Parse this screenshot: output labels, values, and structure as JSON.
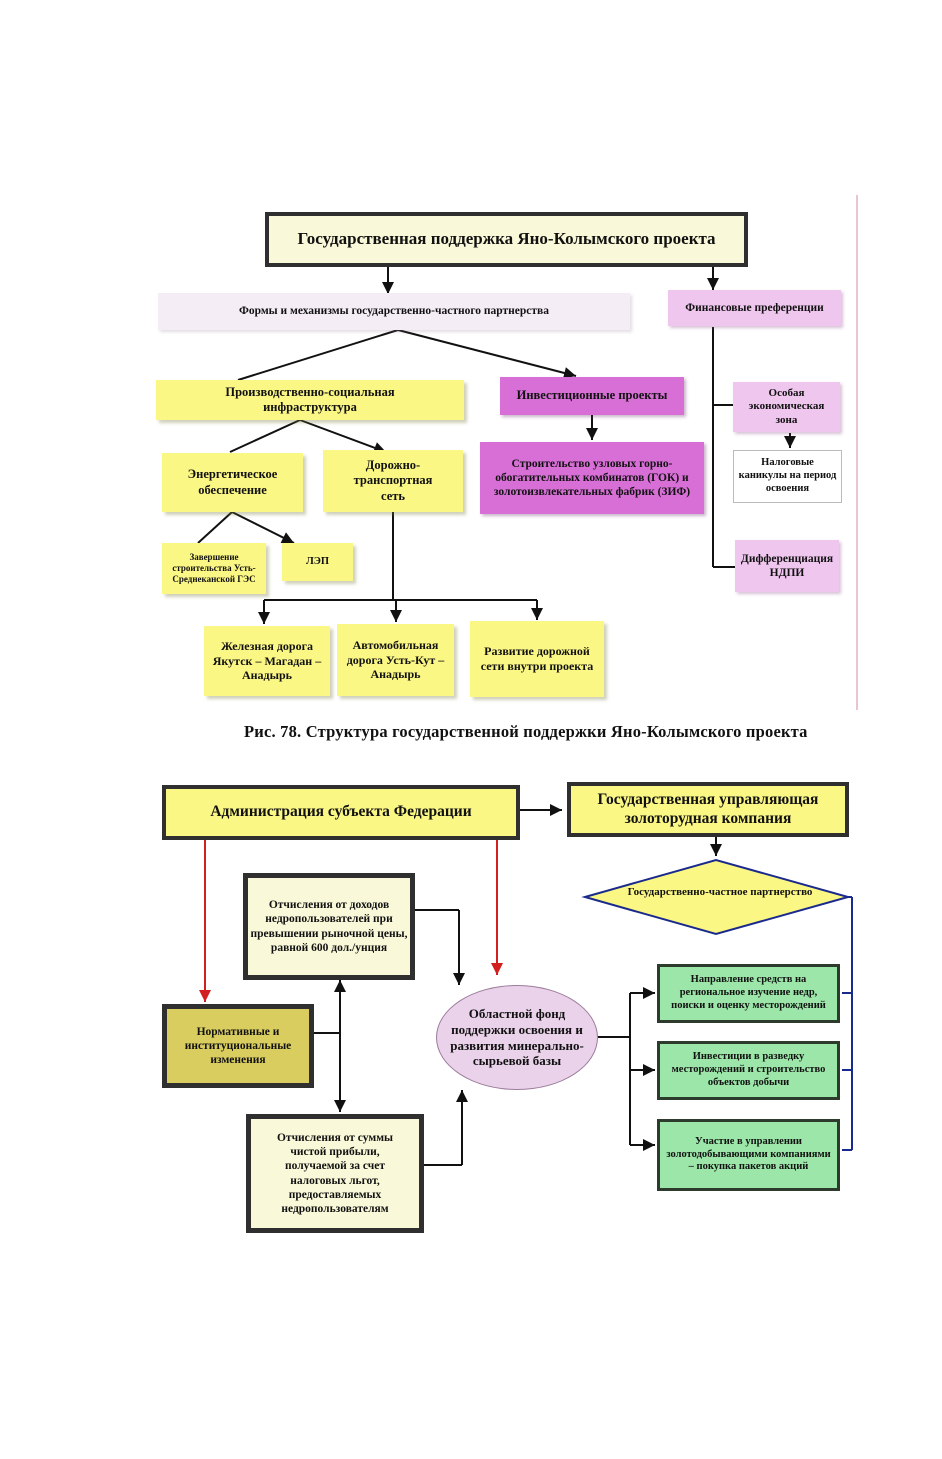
{
  "top": {
    "root": "Государственная поддержка Яно-Колымского проекта",
    "forms": "Формы и механизмы государственно-частного партнерства",
    "finance": "Финансовые преференции",
    "infra": "Производственно-социальная инфраструктура",
    "invest": "Инвестиционные проекты",
    "energy": "Энергетическое обеспечение",
    "road": "Дорожно-транспортная сеть",
    "gok": "Строительство узловых горно-обогатительных комбинатов (ГОК) и золотоизвлекательных фабрик (ЗИФ)",
    "zone": "Особая экономическая зона",
    "tax": "Налоговые каникулы на период освоения",
    "ndpi": "Дифференциация НДПИ",
    "ges": "Завершение строительства Усть-Среднеканской ГЭС",
    "lep": "ЛЭП",
    "rail": "Железная дорога Якутск – Магадан – Анадырь",
    "auto": "Автомобильная дорога Усть-Кут – Анадырь",
    "roaddev": "Развитие дорожной сети внутри проекта",
    "caption": "Рис. 78. Структура государственной поддержки Яно-Колымского проекта"
  },
  "bottom": {
    "admin": "Администрация субъекта Федерации",
    "company": "Государственная управляющая золоторудная компания",
    "ppp": "Государственно-частное партнерство",
    "otch1": "Отчисления от доходов недропользователей при превышении рыночной цены, равной 600 дол./унция",
    "norm": "Нормативные и институциональные изменения",
    "fund": "Областной фонд поддержки освоения и развития минерально-сырьевой базы",
    "otch2": "Отчисления от суммы чистой прибыли, получаемой за счет налоговых льгот, предоставляемых недропользователям",
    "g1": "Направление средств на региональное изучение недр, поиски и оценку месторождений",
    "g2": "Инвестиции в разведку месторождений и строительство объектов добычи",
    "g3": "Участие в управлении золотодобывающими компаниями – покупка пакетов акций"
  },
  "colors": {
    "yellow": "#fbf784",
    "pink": "#efc6ee",
    "magenta": "#d76fd6",
    "green": "#9be6a8",
    "ellipse": "#ead2ea",
    "red_arrow": "#d21f1f",
    "blue_line": "#1a2a8c"
  }
}
